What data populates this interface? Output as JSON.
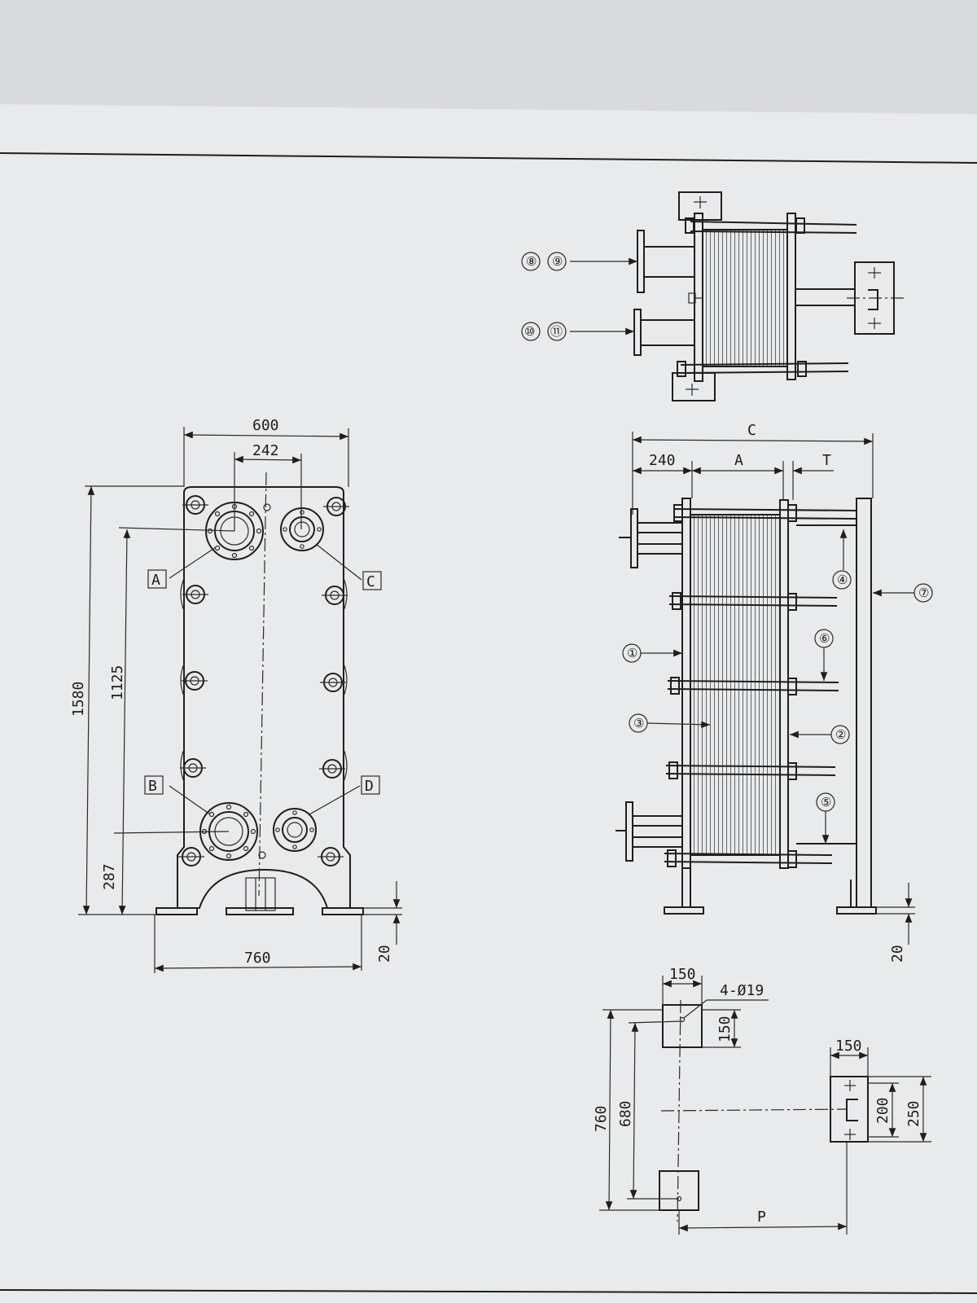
{
  "front_view": {
    "width_overall": "600",
    "port_spacing": "242",
    "height_overall": "1580",
    "port_centers": "1125",
    "port_height": "287",
    "base_width": "760",
    "foot_thickness": "20",
    "ports": [
      "A",
      "B",
      "C",
      "D"
    ]
  },
  "side_view": {
    "length_total": "C",
    "frame_offset": "240",
    "plate_pack": "A",
    "tail": "T",
    "foot_thickness": "20",
    "callouts": [
      "①",
      "②",
      "③",
      "④",
      "⑤",
      "⑥",
      "⑦"
    ]
  },
  "top_view": {
    "callouts_upper": [
      "⑧",
      "⑨"
    ],
    "callouts_lower": [
      "⑩",
      "⑪"
    ]
  },
  "foundation_plan": {
    "pad_width": "150",
    "pad_depth": "150",
    "bolt_holes": "4-Ø19",
    "overall_depth": "760",
    "bolt_spacing": "680",
    "pad2_width": "150",
    "pad2_inner": "200",
    "pad2_outer": "250",
    "distance": "P"
  }
}
